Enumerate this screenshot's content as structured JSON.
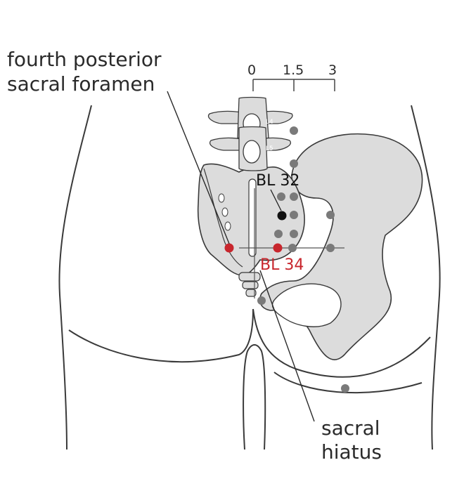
{
  "scale": {
    "ticks": [
      "0",
      "1.5",
      "3"
    ]
  },
  "labels": {
    "foramen_line1": "fourth posterior",
    "foramen_line2": "sacral foramen",
    "hiatus_line1": "sacral",
    "hiatus_line2": "hiatus",
    "bl32": "BL 32",
    "bl34": "BL 34",
    "l4": "L4",
    "l5": "L5"
  },
  "colors": {
    "bone": "#dcdcdc",
    "outline": "#3a3a3a",
    "point_gray": "#7a7a7a",
    "point_black": "#111111",
    "point_red": "#c8262d",
    "text_red": "#c8262d"
  }
}
